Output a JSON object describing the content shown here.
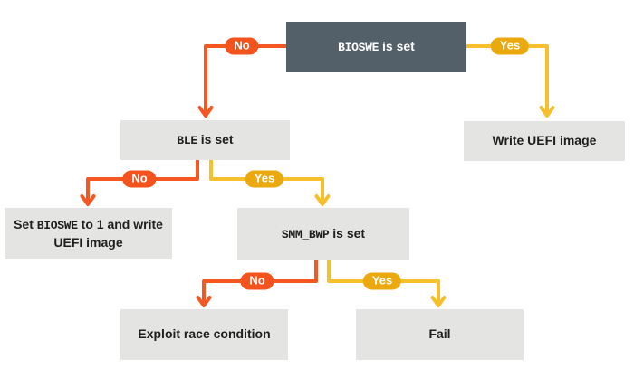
{
  "diagram": {
    "title_hint": "UEFI BIOS write-protection decision flowchart",
    "nodes": [
      {
        "id": "bioswe",
        "pre": "",
        "code": "BIOSWE",
        "post": " is set",
        "variant": "dark"
      },
      {
        "id": "write-uefi",
        "pre": "Write UEFI image",
        "code": "",
        "post": "",
        "variant": "light"
      },
      {
        "id": "ble",
        "pre": "",
        "code": "BLE",
        "post": "  is set",
        "variant": "light"
      },
      {
        "id": "set-bioswe",
        "pre": "Set ",
        "code": "BIOSWE",
        "post": " to 1 and write UEFI image",
        "variant": "light"
      },
      {
        "id": "smm-bwp",
        "pre": "",
        "code": "SMM_BWP",
        "post": "  is set",
        "variant": "light"
      },
      {
        "id": "exploit",
        "pre": "Exploit race condition",
        "code": "",
        "post": "",
        "variant": "light"
      },
      {
        "id": "fail",
        "pre": "Fail",
        "code": "",
        "post": "",
        "variant": "light"
      }
    ],
    "edges": [
      {
        "from": "bioswe",
        "to": "ble",
        "label": "No",
        "color": "orange"
      },
      {
        "from": "bioswe",
        "to": "write-uefi",
        "label": "Yes",
        "color": "yellow"
      },
      {
        "from": "ble",
        "to": "set-bioswe",
        "label": "No",
        "color": "orange"
      },
      {
        "from": "ble",
        "to": "smm-bwp",
        "label": "Yes",
        "color": "yellow"
      },
      {
        "from": "smm-bwp",
        "to": "exploit",
        "label": "No",
        "color": "orange"
      },
      {
        "from": "smm-bwp",
        "to": "fail",
        "label": "Yes",
        "color": "yellow"
      }
    ],
    "colors": {
      "no_pill": "#f4531e",
      "no_line": "#f4571f",
      "yes_pill": "#eaa90e",
      "yes_line": "#f5c02b",
      "node_dark_bg": "#546069",
      "node_light_bg": "#e4e4e2",
      "node_dark_text": "#ffffff",
      "node_light_text": "#1e1e1e",
      "background": "#ffffff"
    }
  }
}
